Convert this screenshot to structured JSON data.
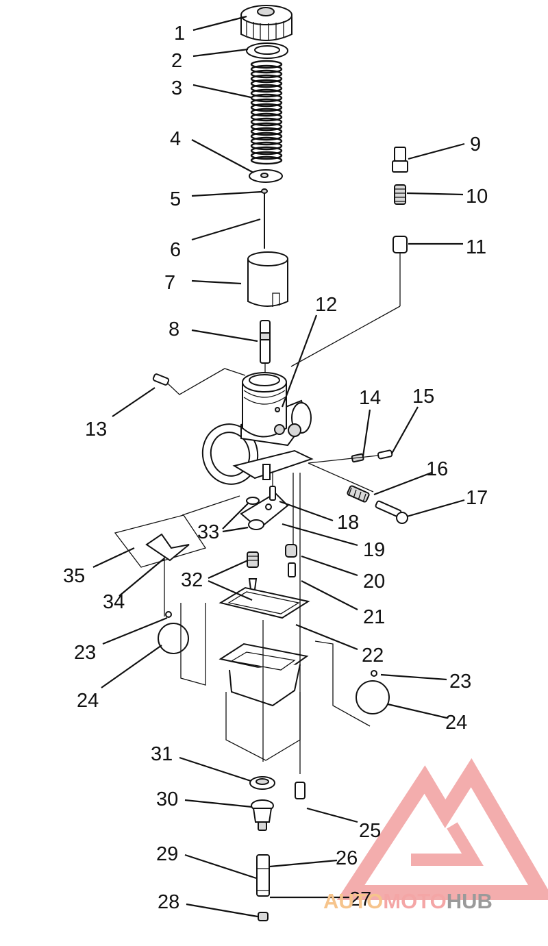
{
  "callouts": [
    {
      "id": "c1",
      "text": "1"
    },
    {
      "id": "c2",
      "text": "2"
    },
    {
      "id": "c3",
      "text": "3"
    },
    {
      "id": "c4",
      "text": "4"
    },
    {
      "id": "c5",
      "text": "5"
    },
    {
      "id": "c6",
      "text": "6"
    },
    {
      "id": "c7",
      "text": "7"
    },
    {
      "id": "c8",
      "text": "8"
    },
    {
      "id": "c9",
      "text": "9"
    },
    {
      "id": "c10",
      "text": "10"
    },
    {
      "id": "c11",
      "text": "11"
    },
    {
      "id": "c12",
      "text": "12"
    },
    {
      "id": "c13",
      "text": "13"
    },
    {
      "id": "c14",
      "text": "14"
    },
    {
      "id": "c15",
      "text": "15"
    },
    {
      "id": "c16",
      "text": "16"
    },
    {
      "id": "c17",
      "text": "17"
    },
    {
      "id": "c18",
      "text": "18"
    },
    {
      "id": "c19",
      "text": "19"
    },
    {
      "id": "c20",
      "text": "20"
    },
    {
      "id": "c21",
      "text": "21"
    },
    {
      "id": "c22",
      "text": "22"
    },
    {
      "id": "c23a",
      "text": "23"
    },
    {
      "id": "c23b",
      "text": "23"
    },
    {
      "id": "c24a",
      "text": "24"
    },
    {
      "id": "c24b",
      "text": "24"
    },
    {
      "id": "c25",
      "text": "25"
    },
    {
      "id": "c26",
      "text": "26"
    },
    {
      "id": "c27",
      "text": "27"
    },
    {
      "id": "c28",
      "text": "28"
    },
    {
      "id": "c29",
      "text": "29"
    },
    {
      "id": "c30",
      "text": "30"
    },
    {
      "id": "c31",
      "text": "31"
    },
    {
      "id": "c32",
      "text": "32"
    },
    {
      "id": "c33",
      "text": "33"
    },
    {
      "id": "c34",
      "text": "34"
    },
    {
      "id": "c35",
      "text": "35"
    }
  ],
  "watermark": {
    "part1": "AUTO",
    "part2": "MOTO",
    "part3": "HUB",
    "color_auto": "#f6c48c",
    "color_moto": "#f4a6a6",
    "color_hub": "#9a9a9a",
    "color_logo": "#f19f9f"
  }
}
